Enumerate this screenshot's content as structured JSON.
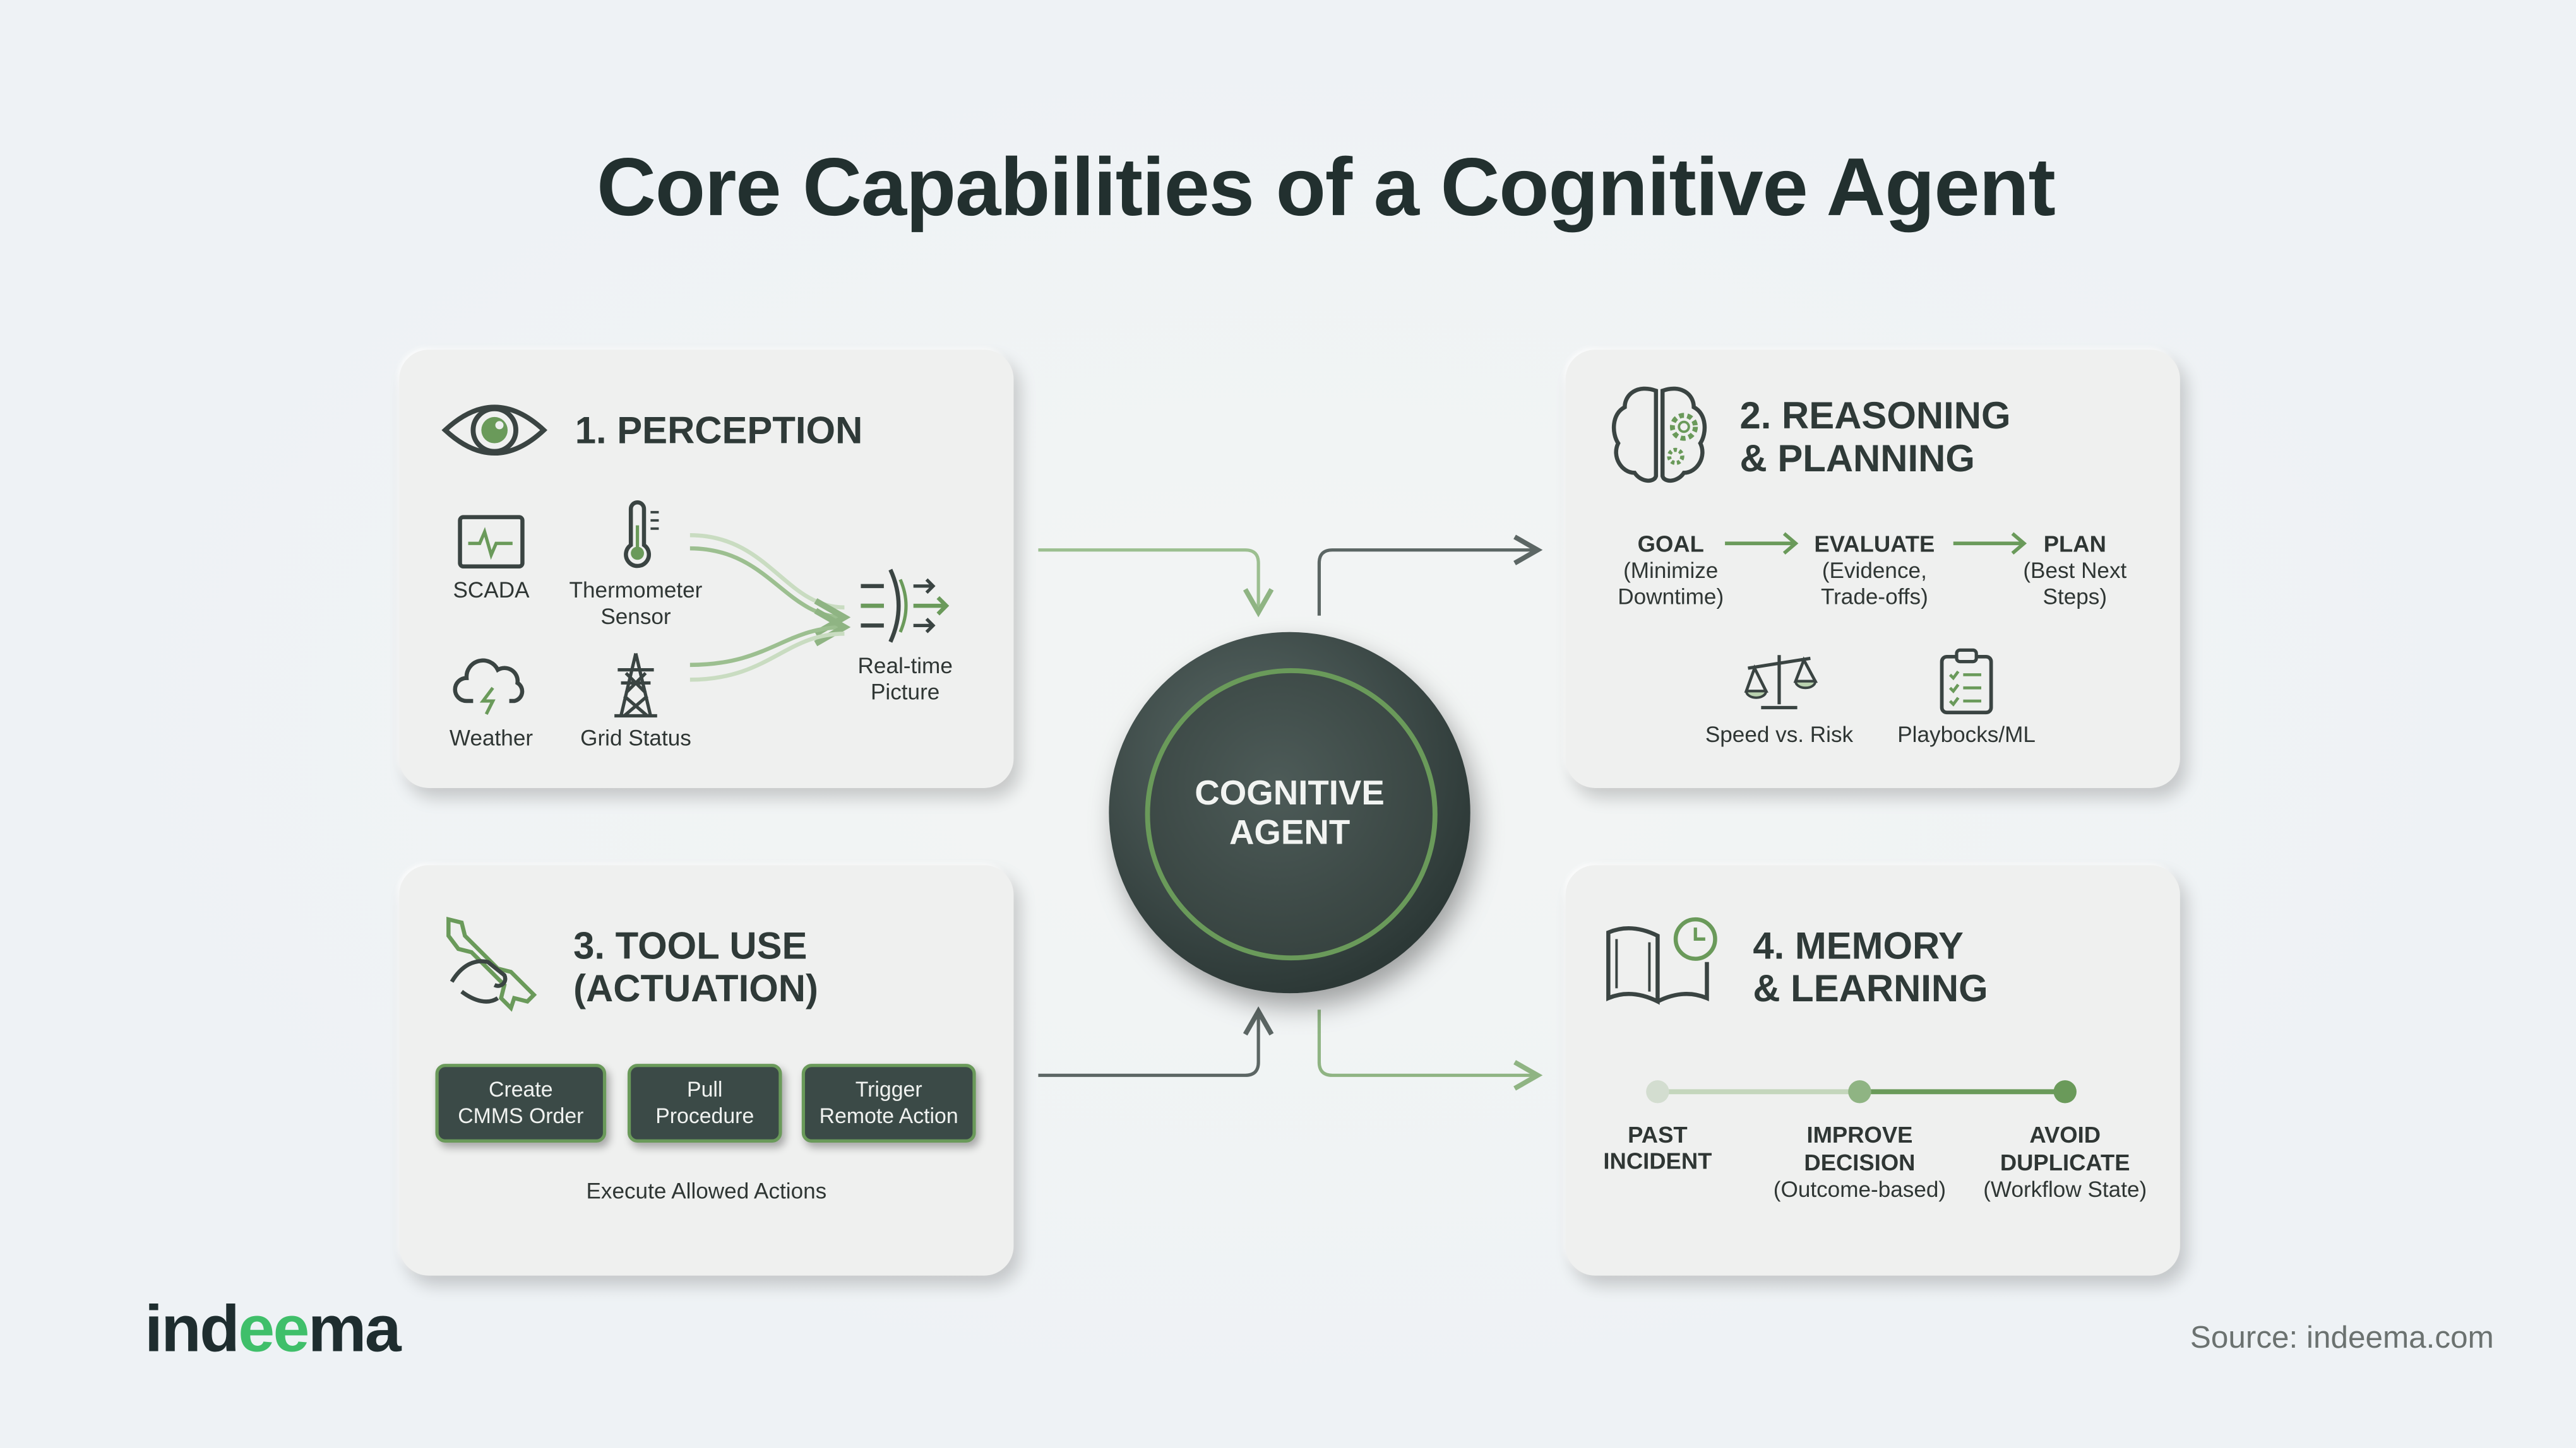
{
  "title": "Core Capabilities of a Cognitive Agent",
  "colors": {
    "accent_green": "#6a9a5a",
    "dark": "#2f3a38",
    "button_bg": "#3b4a47"
  },
  "perception": {
    "title": "1. PERCEPTION",
    "icon": "eye-icon",
    "inputs": [
      {
        "label": "SCADA",
        "icon": "monitor-pulse-icon"
      },
      {
        "line1": "Thermometer",
        "line2": "Sensor",
        "icon": "thermometer-icon"
      },
      {
        "label": "Weather",
        "icon": "storm-cloud-icon"
      },
      {
        "label": "Grid Status",
        "icon": "power-tower-icon"
      }
    ],
    "output": {
      "line1": "Real-time",
      "line2": "Picture",
      "icon": "lens-fusion-icon"
    }
  },
  "reasoning": {
    "title_line1": "2. REASONING",
    "title_line2": "& PLANNING",
    "icon": "brain-gears-icon",
    "steps": [
      {
        "head": "GOAL",
        "sub1": "(Minimize",
        "sub2": "Downtime)"
      },
      {
        "head": "EVALUATE",
        "sub1": "(Evidence,",
        "sub2": "Trade-offs)"
      },
      {
        "head": "PLAN",
        "sub1": "(Best Next",
        "sub2": "Steps)"
      }
    ],
    "factors": [
      {
        "label": "Speed vs. Risk",
        "icon": "scales-icon"
      },
      {
        "label": "Playbocks/ML",
        "icon": "clipboard-checklist-icon"
      }
    ]
  },
  "tool_use": {
    "title_line1": "3. TOOL USE",
    "title_line2": "(ACTUATION)",
    "icon": "hand-wrench-icon",
    "buttons": [
      {
        "line1": "Create",
        "line2": "CMMS Order"
      },
      {
        "line1": "Pull",
        "line2": "Procedure"
      },
      {
        "line1": "Trigger",
        "line2": "Remote Action"
      }
    ],
    "caption": "Execute Allowed Actions"
  },
  "memory": {
    "title_line1": "4. MEMORY",
    "title_line2": "& LEARNING",
    "icon": "book-clock-icon",
    "timeline": [
      {
        "l1": "PAST",
        "l2": "INCIDENT",
        "l3": ""
      },
      {
        "l1": "IMPROVE",
        "l2": "DECISION",
        "l3": "(Outcome-based)"
      },
      {
        "l1": "AVOID",
        "l2": "DUPLICATE",
        "l3": "(Workflow State)"
      }
    ]
  },
  "center": {
    "line1": "COGNITIVE",
    "line2": "AGENT"
  },
  "footer": {
    "logo": "indeema",
    "logo_a": "ind",
    "logo_b": "ee",
    "logo_c": "ma",
    "source": "Source: indeema.com"
  }
}
